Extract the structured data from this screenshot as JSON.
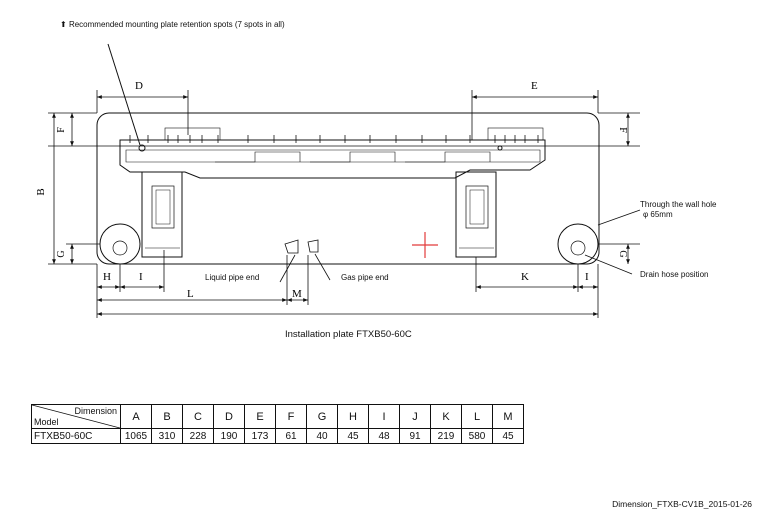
{
  "notes": {
    "retention_spots": "Recommended mounting plate retention spots (7 spots in all)",
    "wall_hole_line1": "Through the wall hole",
    "wall_hole_line2": "φ 65mm",
    "drain_hose": "Drain hose position",
    "liquid_pipe": "Liquid pipe end",
    "gas_pipe": "Gas pipe end",
    "caption": "Installation plate FTXB50-60C"
  },
  "dimension_letters": {
    "D": "D",
    "E": "E",
    "F": "F",
    "B": "B",
    "G": "G",
    "H": "H",
    "I": "I",
    "L": "L",
    "M": "M",
    "K": "K"
  },
  "table": {
    "corner_top": "Dimension",
    "corner_bottom": "Model",
    "columns": [
      "A",
      "B",
      "C",
      "D",
      "E",
      "F",
      "G",
      "H",
      "I",
      "J",
      "K",
      "L",
      "M"
    ],
    "rows": [
      {
        "model": "FTXB50-60C",
        "values": [
          "1065",
          "310",
          "228",
          "190",
          "173",
          "61",
          "40",
          "45",
          "48",
          "91",
          "219",
          "580",
          "45"
        ]
      }
    ]
  },
  "footer": "Dimension_FTXB-CV1B_2015-01-26",
  "colors": {
    "line": "#111111",
    "center_mark": "#e23b3b"
  }
}
